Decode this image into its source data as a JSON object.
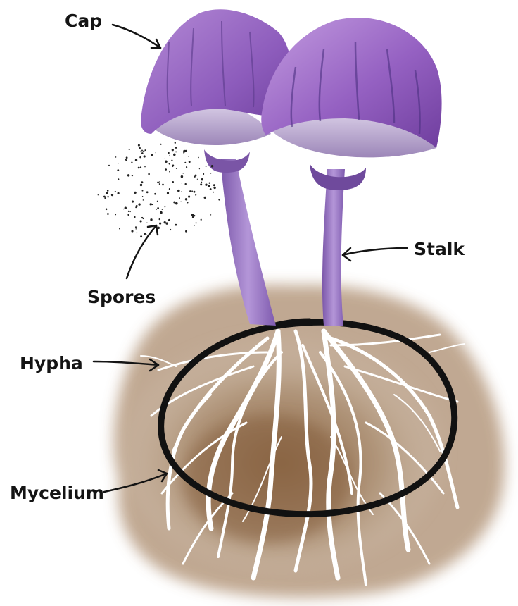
{
  "labels": {
    "cap": "Cap",
    "spores": "Spores",
    "stalk": "Stalk",
    "hypha": "Hypha",
    "mycelium": "Mycelium"
  },
  "colors": {
    "cap_purple": "#9b6bc4",
    "cap_dark": "#6c3f9e",
    "stalk_purple": "#9a7ac8",
    "soil_brown": "#a88a6c",
    "hypha_white": "#ffffff",
    "outline_black": "#111111"
  }
}
